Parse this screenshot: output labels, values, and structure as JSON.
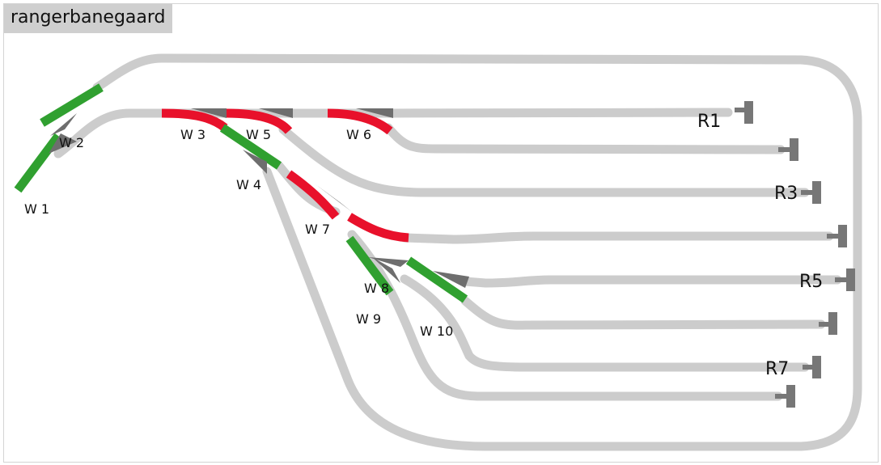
{
  "panel": {
    "title": "rangerbanegaard"
  },
  "colors": {
    "track": "#cccccc",
    "straight": "#30a030",
    "diverging": "#e8112b",
    "buffer": "#777777",
    "frog": "#6e6e6e"
  },
  "switches": [
    {
      "id": "w1",
      "label": "W 1",
      "state": "straight"
    },
    {
      "id": "w2",
      "label": "W 2",
      "state": "straight"
    },
    {
      "id": "w3",
      "label": "W 3",
      "state": "diverging"
    },
    {
      "id": "w4",
      "label": "W 4",
      "state": "straight"
    },
    {
      "id": "w5",
      "label": "W 5",
      "state": "diverging"
    },
    {
      "id": "w6",
      "label": "W 6",
      "state": "diverging"
    },
    {
      "id": "w7",
      "label": "W 7",
      "state": "diverging"
    },
    {
      "id": "w8",
      "label": "W 8",
      "state": "straight"
    },
    {
      "id": "w9",
      "label": "W 9",
      "state": "straight"
    },
    {
      "id": "w10",
      "label": "W 10",
      "state": "straight"
    }
  ],
  "routes": {
    "r1": "R1",
    "r3": "R3",
    "r5": "R5",
    "r7": "R7"
  }
}
